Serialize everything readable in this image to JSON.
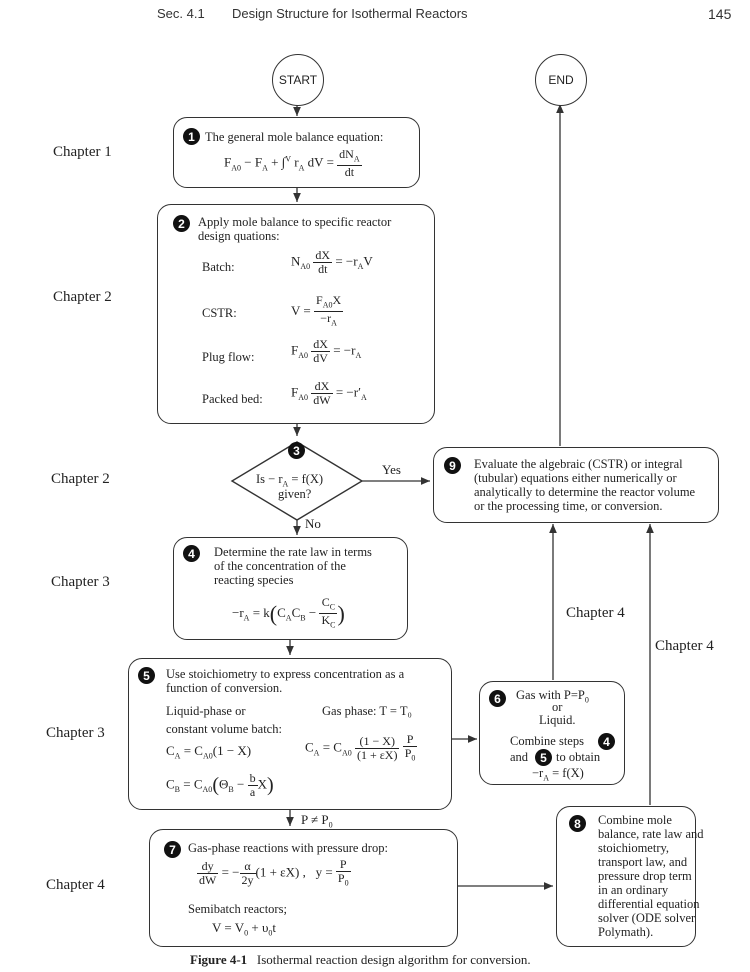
{
  "header": {
    "section": "Sec. 4.1",
    "title": "Design Structure for Isothermal Reactors",
    "page": "145"
  },
  "chapters": [
    "Chapter 1",
    "Chapter 2",
    "Chapter 2",
    "Chapter 3",
    "Chapter 3",
    "Chapter 4"
  ],
  "side_chapters": {
    "c4a": "Chapter 4",
    "c4b": "Chapter 4"
  },
  "start": "START",
  "end": "END",
  "box1": {
    "title": "The general mole balance equation:",
    "eq": "F_A0 − F_A + ∫ r_A dV = dN_A/dt"
  },
  "box2": {
    "title1": "Apply mole balance to specific reactor",
    "title2": "design quations:",
    "rows": [
      {
        "label": "Batch:",
        "pre": "N",
        "sub": "A0",
        "num": "dX",
        "den": "dt",
        "post": "= −r",
        "post_sub": "A",
        "tail": "V"
      },
      {
        "label": "CSTR:",
        "pre": "V =",
        "num": "F_A0X",
        "den": "−r_A"
      },
      {
        "label": "Plug flow:",
        "pre": "F",
        "sub": "A0",
        "num": "dX",
        "den": "dV",
        "post": "= −r",
        "post_sub": "A"
      },
      {
        "label": "Packed bed:",
        "pre": "F",
        "sub": "A0",
        "num": "dX",
        "den": "dW",
        "post": "= −r′",
        "post_sub": "A"
      }
    ]
  },
  "decision": {
    "line1": "Is − r_A = f(X)",
    "line2": "given?",
    "yes": "Yes",
    "no": "No"
  },
  "box4": {
    "line1": "Determine the rate law in terms",
    "line2": "of the concentration of the",
    "line3": "reacting species",
    "eq": "−r_A = k(C_A C_B − C_C/K_C)"
  },
  "box5": {
    "title1": "Use stoichiometry to express concentration as a",
    "title2": "function of conversion.",
    "liquid1": "Liquid-phase or",
    "liquid2": "constant volume batch:",
    "gas": "Gas phase:  T = T₀",
    "ca_liquid": "C_A = C_A0(1 − X)",
    "cb_liquid": "C_B = C_A0(Θ_B − b/a X)",
    "ca_gas": "C_A = C_A0 (1 − X)/(1 + εX) · P/P₀"
  },
  "box6": {
    "line1": "Gas with P=P₀",
    "line2": "or",
    "line3": "Liquid.",
    "line4": "Combine steps",
    "line5": "and",
    "line6": "to obtain",
    "line7": "−r_A = f(X)"
  },
  "box7": {
    "title": "Gas-phase reactions with pressure drop:",
    "eq": "dy/dW = −α/2y (1 + εX) ,   y = P/P₀",
    "semi": "Semibatch reactors;",
    "eq2": "V = V₀ + υ₀t"
  },
  "box8": [
    "Combine mole",
    "balance, rate law and",
    "stoichiometry,",
    "transport law, and",
    "pressure drop term",
    "in an ordinary",
    "differential equation",
    "solver (ODE solver",
    "Polymath)."
  ],
  "box9": [
    "Evaluate the algebraic (CSTR) or integral",
    "(tubular) equations either numerically or",
    "analytically to determine the reactor volume",
    "or the processing time, or conversion."
  ],
  "pne": "P ≠ P₀",
  "caption": {
    "label": "Figure 4-1",
    "text": "Isothermal reaction design algorithm for conversion."
  }
}
